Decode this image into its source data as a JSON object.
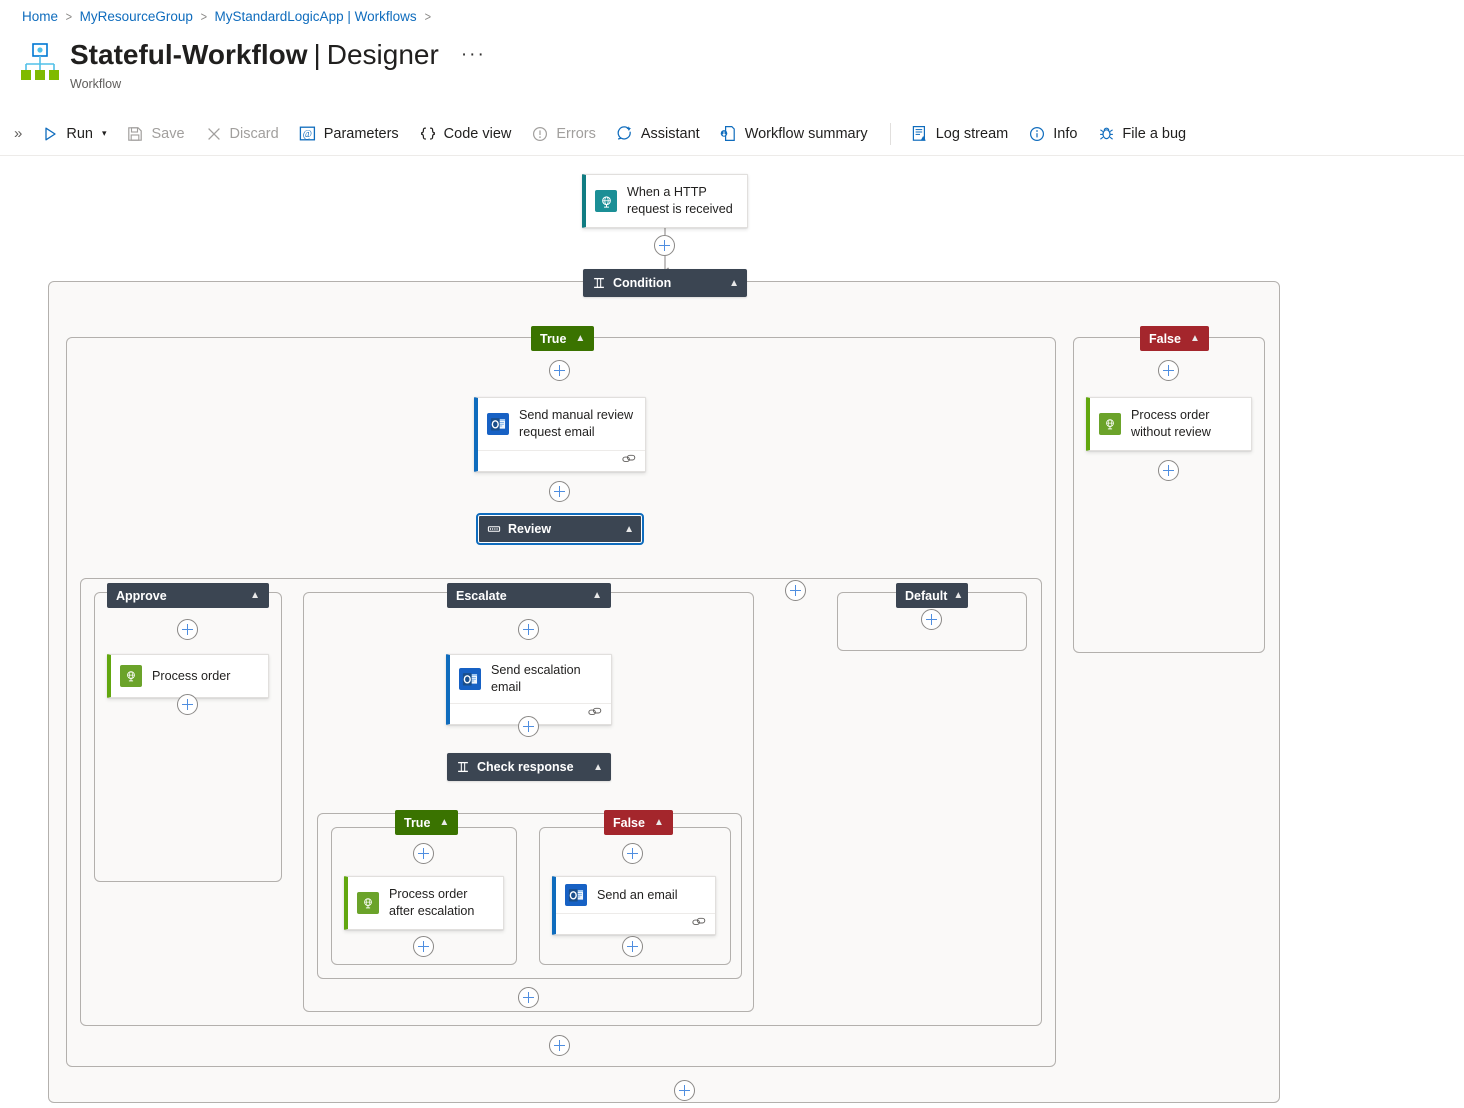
{
  "breadcrumb": {
    "items": [
      {
        "label": "Home"
      },
      {
        "label": "MyResourceGroup"
      },
      {
        "label": "MyStandardLogicApp | Workflows"
      }
    ],
    "separator": ">"
  },
  "header": {
    "title_name": "Stateful-Workflow",
    "title_separator": "|",
    "title_view": "Designer",
    "ellipsis": "···",
    "subtitle": "Workflow",
    "icon": "logic-app-icon"
  },
  "toolbar": {
    "expand_chevrons": "»",
    "items": [
      {
        "label": "Run",
        "icon": "play-icon",
        "disabled": false,
        "caret": true
      },
      {
        "label": "Save",
        "icon": "save-icon",
        "disabled": true,
        "caret": false
      },
      {
        "label": "Discard",
        "icon": "close-icon",
        "disabled": true,
        "caret": false
      },
      {
        "label": "Parameters",
        "icon": "parameters-icon",
        "disabled": false,
        "caret": false
      },
      {
        "label": "Code view",
        "icon": "code-view-icon",
        "disabled": false,
        "caret": false
      },
      {
        "label": "Errors",
        "icon": "errors-icon",
        "disabled": true,
        "caret": false
      },
      {
        "label": "Assistant",
        "icon": "assistant-icon",
        "disabled": false,
        "caret": false
      },
      {
        "label": "Workflow summary",
        "icon": "workflow-summary-icon",
        "disabled": false,
        "caret": false
      },
      {
        "label": "Log stream",
        "icon": "log-stream-icon",
        "disabled": false,
        "caret": false
      },
      {
        "label": "Info",
        "icon": "info-icon",
        "disabled": false,
        "caret": false
      },
      {
        "label": "File a bug",
        "icon": "bug-icon",
        "disabled": false,
        "caret": false
      }
    ]
  },
  "designer": {
    "trigger": {
      "label": "When a HTTP request is received",
      "icon": "http-request-icon",
      "accent": "#107c82"
    },
    "condition": {
      "label": "Condition",
      "icon": "condition-icon",
      "chevron": "⌃",
      "true_label": "True",
      "false_label": "False"
    },
    "actions": {
      "send_manual_review": {
        "label": "Send manual review request email",
        "icon": "outlook-icon",
        "accent": "#0f6cbd",
        "has_connection_footer": true
      },
      "process_without_review": {
        "label": "Process order without review",
        "icon": "http-icon",
        "accent": "#62a70f",
        "has_connection_footer": false
      },
      "process_order": {
        "label": "Process order",
        "icon": "http-icon",
        "accent": "#62a70f",
        "has_connection_footer": false
      },
      "send_escalation_email": {
        "label": "Send escalation email",
        "icon": "outlook-icon",
        "accent": "#0f6cbd",
        "has_connection_footer": true
      },
      "process_after_escalation": {
        "label": "Process order after escalation",
        "icon": "http-icon",
        "accent": "#62a70f",
        "has_connection_footer": false
      },
      "send_an_email": {
        "label": "Send an email",
        "icon": "outlook-icon",
        "accent": "#0f6cbd",
        "has_connection_footer": true
      }
    },
    "switch": {
      "label": "Review",
      "icon": "switch-icon",
      "selected": true,
      "cases": [
        {
          "label": "Approve"
        },
        {
          "label": "Escalate"
        },
        {
          "label": "Default"
        }
      ]
    },
    "inner_condition": {
      "label": "Check response",
      "icon": "condition-icon",
      "true_label": "True",
      "false_label": "False"
    },
    "colors": {
      "true_pill": "#3a7300",
      "false_pill": "#a4262c",
      "case_header": "#3b4552",
      "accent_blue": "#0f6cbd",
      "plus_blue": "#4f8ee0",
      "scope_bg": "#faf9f8",
      "scope_border": "#b3b0ad"
    }
  }
}
